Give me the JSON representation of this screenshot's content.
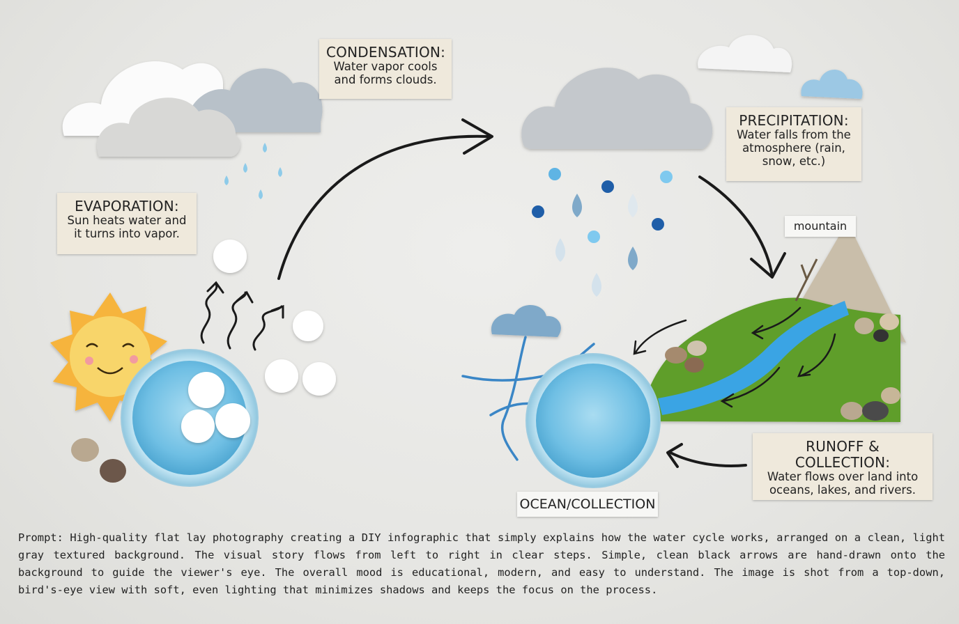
{
  "labels": {
    "condensation": {
      "title": "CONDENSATION:",
      "description": "Water vapor cools and forms clouds."
    },
    "precipitation": {
      "title": "PRECIPITATION:",
      "description": "Water falls from the atmosphere (rain, snow, etc.)"
    },
    "evaporation": {
      "title": "EVAPORATION:",
      "description": "Sun heats water and it turns into vapor."
    },
    "runoff": {
      "title": "RUNOFF & COLLECTION:",
      "description": "Water flows over land into oceans, lakes, and rivers."
    }
  },
  "tags": {
    "mountain": "mountain",
    "ocean": "OCEAN/COLLECTION"
  },
  "prompt_text": "Prompt: High-quality flat lay photography creating a DIY infographic that simply explains how the water cycle works, arranged on a clean, light gray textured background. The visual story flows from left to right in clear steps. Simple, clean black arrows are hand-drawn onto the background to guide the viewer's eye. The overall mood is educational, modern, and easy to understand. The image is shot from a top-down, bird's-eye view with soft, even lighting that minimizes shadows and keeps the focus on the process.",
  "colors": {
    "water": "#7cc4e6",
    "grass": "#5e9e2c",
    "river": "#3aa4e4",
    "sun": "#f6c244",
    "card": "#efe9dc",
    "cloud_gray": "#c4c8cc"
  }
}
